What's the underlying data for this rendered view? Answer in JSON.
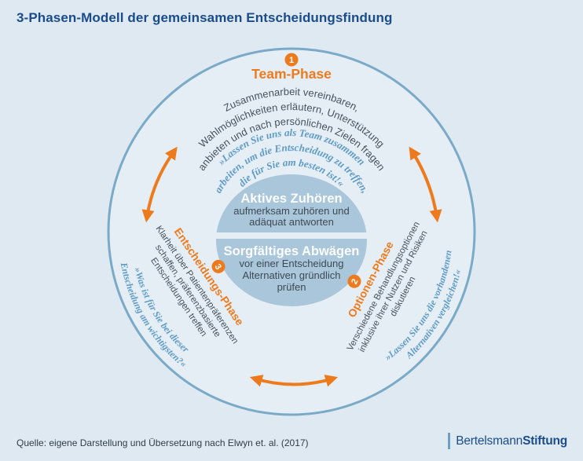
{
  "title": "3-Phasen-Modell der gemeinsamen Entscheidungsfindung",
  "colors": {
    "background": "#dfe9f1",
    "ring_stroke": "#7aaac8",
    "ring_fill": "#e5eef5",
    "inner_circle_fill": "#a9c6da",
    "orange": "#ed7b1e",
    "quote_blue": "#5e9ac7",
    "dark_text": "#47525c",
    "navy": "#1a4c8b"
  },
  "phases": {
    "team": {
      "number": "1",
      "label": "Team-Phase",
      "desc_lines": [
        "Zusammenarbeit vereinbaren,",
        "Wahlmöglichkeiten erläutern, Unterstützung",
        "anbieten und nach persönlichen Zielen fragen"
      ],
      "quote_lines": [
        "»Lassen Sie uns als Team zusammen",
        "arbeiten, um die Entscheidung zu treffen,",
        "die für Sie am besten ist!«"
      ]
    },
    "optionen": {
      "number": "2",
      "label": "Optionen-Phase",
      "desc_lines": [
        "Verschiedene Behandlungsoptionen",
        "inklusive ihrer Nutzen und Risiken",
        "diskutieren"
      ],
      "quote_lines": [
        "»Lassen Sie uns die vorhandenen",
        "Alternativen vergleichen!«"
      ]
    },
    "entscheidung": {
      "number": "3",
      "label": "Entscheidungs-Phase",
      "desc_lines": [
        "Klarheit über Patientenpräferenzen",
        "schaffen, präferenzbasierte",
        "Entscheidungen treffen"
      ],
      "quote_lines": [
        "»Was ist für Sie bei dieser",
        "Entscheidung am wichtigsten?«"
      ]
    }
  },
  "center": {
    "top": {
      "title": "Aktives Zuhören",
      "lines": [
        "aufmerksam zuhören und",
        "adäquat antworten"
      ]
    },
    "bottom": {
      "title": "Sorgfältiges Abwägen",
      "lines": [
        "vor einer Entscheidung",
        "Alternativen gründlich",
        "prüfen"
      ]
    }
  },
  "footer": {
    "source": "Quelle: eigene Darstellung und Übersetzung nach Elwyn et. al. (2017)",
    "logo": {
      "part1": "Bertelsmann",
      "part2": "Stiftung"
    }
  }
}
